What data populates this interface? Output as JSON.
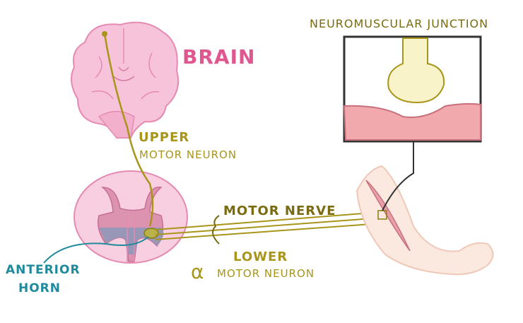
{
  "labels": {
    "brain": "BRAIN",
    "upper": "UPPER",
    "upper_motor_neuron": "MOTOR NEURON",
    "motor_nerve": "MOTOR NERVE",
    "lower": "LOWER",
    "alpha": "α",
    "lower_motor_neuron": "MOTOR NEURON",
    "anterior": "ANTERIOR",
    "horn": "HORN",
    "neuromuscular_junction": "NEUROMUSCULAR JUNCTION"
  },
  "colors": {
    "brain": "#f2a7c8",
    "text_pink": "#e0578f",
    "neuron": "#a8951a",
    "anterior_horn": "#8c93b4",
    "teal": "#1f8a9c",
    "muscle": "#e8a0a8"
  }
}
